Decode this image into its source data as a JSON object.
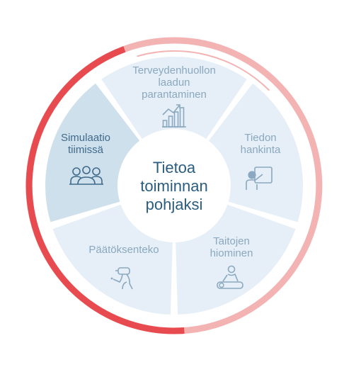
{
  "center": {
    "lines": [
      "Tietoa",
      "toiminnan",
      "pohjaksi"
    ]
  },
  "segments": [
    {
      "id": "terveydenhuollon",
      "lines": [
        "Terveydenhuollon",
        "laadun",
        "parantaminen"
      ],
      "icon": "growth-chart-icon",
      "active": false
    },
    {
      "id": "tiedon-hankinta",
      "lines": [
        "Tiedon",
        "hankinta"
      ],
      "icon": "presenter-board-icon",
      "active": false
    },
    {
      "id": "taitojen-hiominen",
      "lines": [
        "Taitojen",
        "hiominen"
      ],
      "icon": "patient-care-icon",
      "active": false
    },
    {
      "id": "paatoksenteko",
      "lines": [
        "Päätöksenteko"
      ],
      "icon": "vr-headset-icon",
      "active": false
    },
    {
      "id": "simulaatio-tiimissa",
      "lines": [
        "Simulaatio",
        "tiimissä"
      ],
      "icon": "team-icon",
      "active": true
    }
  ],
  "colors": {
    "segment_fill": "#e6eff7",
    "segment_active_fill": "#cfe0ed",
    "text": "#8aa8bf",
    "text_active": "#3f6a8a",
    "center_text": "#2a5d80",
    "ring_light": "#f4b3b3",
    "ring_dark": "#e84b4f"
  }
}
